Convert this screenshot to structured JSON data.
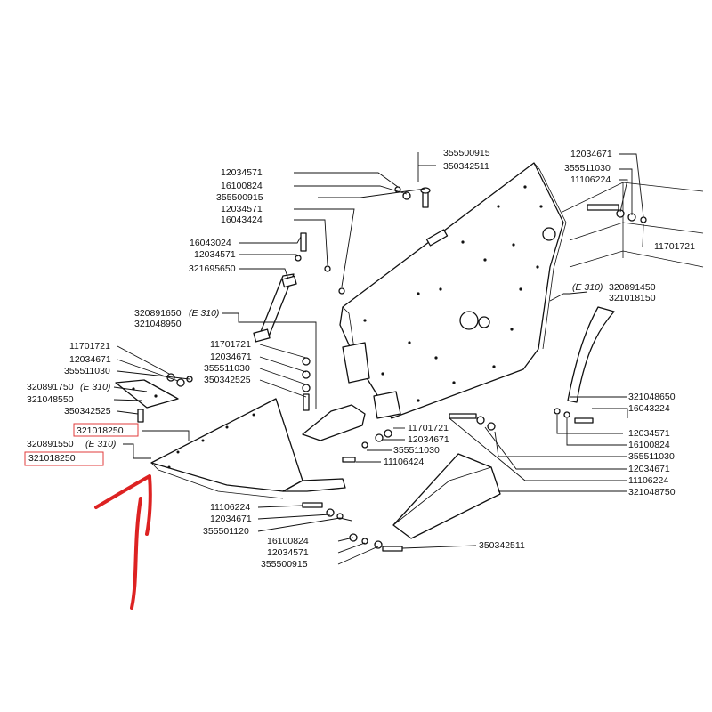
{
  "colors": {
    "ink": "#111111",
    "highlight": "#e23b3b",
    "arrow": "#dd2222"
  },
  "labels": {
    "top_355500915": "355500915",
    "top_350342511": "350342511",
    "l_12034571_a": "12034571",
    "l_16100824_a": "16100824",
    "l_355500915_a": "355500915",
    "l_12034571_b": "12034571",
    "l_16043424": "16043424",
    "l_16043024": "16043024",
    "l_12034571_c": "12034571",
    "l_321695650": "321695650",
    "l_320891650": "320891650",
    "l_e310_a": "(E 310)",
    "l_321048950": "321048950",
    "l_11701721_a": "11701721",
    "l_12034671_a": "12034671",
    "l_355511030_a": "355511030",
    "l_11701721_b": "11701721",
    "l_12034671_b": "12034671",
    "l_355511030_b": "355511030",
    "l_350342525_b": "350342525",
    "l_320891750": "320891750",
    "l_e310_b": "(E 310)",
    "l_321048550": "321048550",
    "l_350342525_a": "350342525",
    "l_321018250_a": "321018250",
    "l_320891550": "320891550",
    "l_e310_c": "(E 310)",
    "l_321018250_b": "321018250",
    "r_12034671_a": "12034671",
    "r_355511030_a": "355511030",
    "r_11106224_a": "11106224",
    "r_11701721": "11701721",
    "r_e310": "(E 310)",
    "r_320891450": "320891450",
    "r_321018150": "321018150",
    "r_321048650": "321048650",
    "r_16043224": "16043224",
    "r_12034571": "12034571",
    "r_16100824": "16100824",
    "r_355511030_b": "355511030",
    "r_12034671_b": "12034671",
    "r_11106224_b": "11106224",
    "r_321048750": "321048750",
    "c_11701721": "11701721",
    "c_12034671": "12034671",
    "c_355511030": "355511030",
    "c_11106424": "11106424",
    "b_11106224": "11106224",
    "b_12034671": "12034671",
    "b_355501120": "355501120",
    "b_16100824": "16100824",
    "b_12034571": "12034571",
    "b_355500915": "355500915",
    "b_350342511": "350342511"
  }
}
